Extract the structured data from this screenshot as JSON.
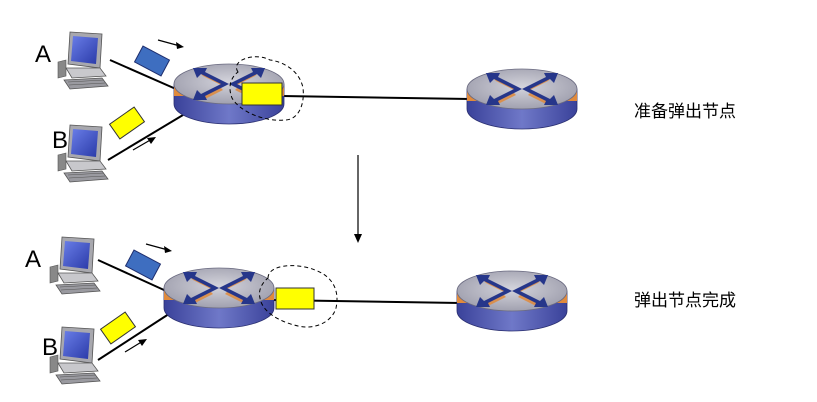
{
  "top": {
    "host_a_label": "A",
    "host_b_label": "B",
    "status": "准备弹出节点"
  },
  "bottom": {
    "host_a_label": "A",
    "host_b_label": "B",
    "status": "弹出节点完成"
  },
  "colors": {
    "router_body": "#4a54a8",
    "router_top": "#b3b3c0",
    "router_cross": "#2a3a8c",
    "router_glow": "#e08a3c",
    "packet_blue": "#3e6ec0",
    "packet_yellow": "#ffff00",
    "link": "#000000"
  },
  "icons": [
    "computer-icon",
    "router-icon",
    "packet-icon",
    "arrow-icon"
  ]
}
